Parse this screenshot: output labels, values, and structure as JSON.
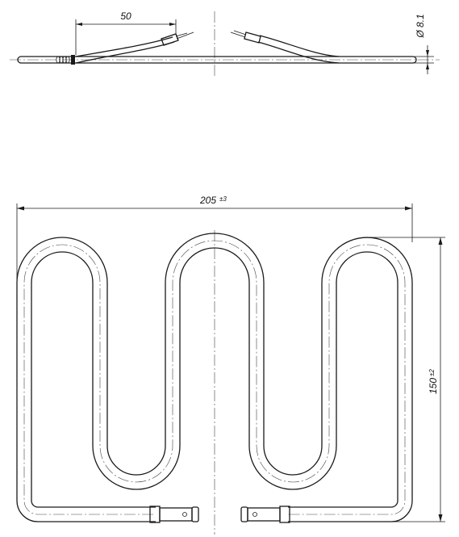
{
  "dimensions": {
    "lead_length": "50",
    "tube_diameter": "Ø 8.1",
    "width": "205",
    "width_tolerance": "±3",
    "height": "150",
    "height_tolerance": "±2"
  }
}
